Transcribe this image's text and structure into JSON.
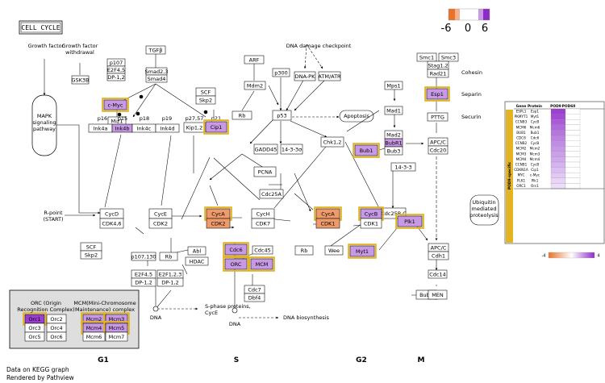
{
  "title": "CELL CYCLE",
  "footer": [
    "Data on KEGG graph",
    "Rendered by Pathview"
  ],
  "phases": [
    "G1",
    "S",
    "G2",
    "M"
  ],
  "legend": {
    "labels": [
      "-6",
      "0",
      "6"
    ],
    "colors": [
      "#e8722a",
      "#ffffff",
      "#8e2bc7"
    ]
  },
  "colors": {
    "up_strong": "#9a3fd0",
    "up_mid": "#c89ae6",
    "down": "#ef9a6a",
    "highlight": "#e3b324",
    "neutral": "#ffffff"
  },
  "nodes": [
    {
      "id": "gsk3b",
      "label": "GSK3B"
    },
    {
      "id": "p107a",
      "label": "p107"
    },
    {
      "id": "e2f45a",
      "label": "E2F4,5"
    },
    {
      "id": "dp12a",
      "label": "DP-1,2"
    },
    {
      "id": "tgfb",
      "label": "TGFβ"
    },
    {
      "id": "smad23",
      "label": "Smad2,3"
    },
    {
      "id": "smad4",
      "label": "Smad4"
    },
    {
      "id": "cmyc",
      "label": "c-Myc"
    },
    {
      "id": "miz1",
      "label": "Miz1"
    },
    {
      "id": "scf1",
      "label": "SCF"
    },
    {
      "id": "skp2a",
      "label": "Skp2"
    },
    {
      "id": "p16",
      "label": "p16"
    },
    {
      "id": "p15",
      "label": "p15"
    },
    {
      "id": "p18",
      "label": "p18"
    },
    {
      "id": "p19",
      "label": "p19"
    },
    {
      "id": "ink4a",
      "label": "Ink4a"
    },
    {
      "id": "ink4b",
      "label": "Ink4b"
    },
    {
      "id": "ink4c",
      "label": "Ink4c"
    },
    {
      "id": "ink4d",
      "label": "Ink4d"
    },
    {
      "id": "p27",
      "label": "p27,57"
    },
    {
      "id": "p21",
      "label": "p21"
    },
    {
      "id": "kip12",
      "label": "Kip1,2"
    },
    {
      "id": "cip1",
      "label": "Cip1"
    },
    {
      "id": "arf",
      "label": "ARF"
    },
    {
      "id": "mdm2",
      "label": "Mdm2"
    },
    {
      "id": "rb1",
      "label": "Rb"
    },
    {
      "id": "p300",
      "label": "p300"
    },
    {
      "id": "dnapk",
      "label": "DNA-PK"
    },
    {
      "id": "atmatr",
      "label": "ATM/ATR"
    },
    {
      "id": "p53",
      "label": "p53"
    },
    {
      "id": "gadd45",
      "label": "GADD45"
    },
    {
      "id": "s1433s",
      "label": "14-3-3σ"
    },
    {
      "id": "chk12",
      "label": "Chk1,2"
    },
    {
      "id": "pcna",
      "label": "PCNA"
    },
    {
      "id": "cdc25a",
      "label": "Cdc25A"
    },
    {
      "id": "mps1",
      "label": "Mps1"
    },
    {
      "id": "mad1",
      "label": "Mad1"
    },
    {
      "id": "mad2",
      "label": "Mad2"
    },
    {
      "id": "bubr1",
      "label": "BubR1"
    },
    {
      "id": "bub3",
      "label": "Bub3"
    },
    {
      "id": "bub1",
      "label": "Bub1"
    },
    {
      "id": "smc1",
      "label": "Smc1"
    },
    {
      "id": "smc3",
      "label": "Smc3"
    },
    {
      "id": "stag12",
      "label": "Stag1,2"
    },
    {
      "id": "rad21",
      "label": "Rad21"
    },
    {
      "id": "esp1",
      "label": "Esp1"
    },
    {
      "id": "pttg",
      "label": "PTTG"
    },
    {
      "id": "apcc1",
      "label": "APC/C"
    },
    {
      "id": "cdc20",
      "label": "Cdc20"
    },
    {
      "id": "s1433b",
      "label": "14-3-3"
    },
    {
      "id": "cdc25bc",
      "label": "Cdc25B,C"
    },
    {
      "id": "cycd",
      "label": "CycD"
    },
    {
      "id": "cdk46",
      "label": "CDK4,6"
    },
    {
      "id": "cyce",
      "label": "CycE"
    },
    {
      "id": "cdk2a",
      "label": "CDK2"
    },
    {
      "id": "cyca1",
      "label": "CycA"
    },
    {
      "id": "cdk2b",
      "label": "CDK2"
    },
    {
      "id": "cych",
      "label": "CycH"
    },
    {
      "id": "cdk7",
      "label": "CDK7"
    },
    {
      "id": "cyca2",
      "label": "CycA"
    },
    {
      "id": "cdk1a",
      "label": "CDK1"
    },
    {
      "id": "cycb",
      "label": "CycB"
    },
    {
      "id": "cdk1b",
      "label": "CDK1"
    },
    {
      "id": "plk1",
      "label": "Plk1"
    },
    {
      "id": "scf2",
      "label": "SCF"
    },
    {
      "id": "skp2b",
      "label": "Skp2"
    },
    {
      "id": "p107b",
      "label": "p107,130"
    },
    {
      "id": "e2f45b",
      "label": "E2F4,5"
    },
    {
      "id": "dp12b",
      "label": "DP-1,2"
    },
    {
      "id": "rb2",
      "label": "Rb"
    },
    {
      "id": "abl",
      "label": "Abl"
    },
    {
      "id": "hdac",
      "label": "HDAC"
    },
    {
      "id": "e2f13",
      "label": "E2F1,2,3"
    },
    {
      "id": "dp12c",
      "label": "DP-1,2"
    },
    {
      "id": "cdc6",
      "label": "Cdc6"
    },
    {
      "id": "cdc45",
      "label": "Cdc45"
    },
    {
      "id": "orc",
      "label": "ORC"
    },
    {
      "id": "mcm",
      "label": "MCM"
    },
    {
      "id": "cdc7",
      "label": "Cdc7"
    },
    {
      "id": "dbf4",
      "label": "Dbf4"
    },
    {
      "id": "rb3",
      "label": "Rb"
    },
    {
      "id": "wee",
      "label": "Wee"
    },
    {
      "id": "myt1",
      "label": "Myt1"
    },
    {
      "id": "apcc2",
      "label": "APC/C"
    },
    {
      "id": "cdh1",
      "label": "Cdh1"
    },
    {
      "id": "cdc14",
      "label": "Cdc14"
    },
    {
      "id": "bub2",
      "label": "Bub2"
    },
    {
      "id": "men",
      "label": "MEN"
    },
    {
      "id": "orc1",
      "label": "Orc1"
    },
    {
      "id": "orc2",
      "label": "Orc2"
    },
    {
      "id": "orc3",
      "label": "Orc3"
    },
    {
      "id": "orc4",
      "label": "Orc4"
    },
    {
      "id": "orc5",
      "label": "Orc5"
    },
    {
      "id": "orc6",
      "label": "Orc6"
    },
    {
      "id": "mcm2",
      "label": "Mcm2"
    },
    {
      "id": "mcm3",
      "label": "Mcm3"
    },
    {
      "id": "mcm4",
      "label": "Mcm4"
    },
    {
      "id": "mcm5",
      "label": "Mcm5"
    },
    {
      "id": "mcm6",
      "label": "Mcm6"
    },
    {
      "id": "mcm7",
      "label": "Mcm7"
    }
  ],
  "labels": [
    {
      "id": "growth_factor",
      "text": "Growth factor"
    },
    {
      "id": "gf_withdrawal1",
      "text": "Growth factor"
    },
    {
      "id": "gf_withdrawal2",
      "text": "withdrawal"
    },
    {
      "id": "dna_damage",
      "text": "DNA damage checkpoint"
    },
    {
      "id": "mapk1",
      "text": "MAPK"
    },
    {
      "id": "mapk2",
      "text": "signaling"
    },
    {
      "id": "mapk3",
      "text": "pathway"
    },
    {
      "id": "apoptosis",
      "text": "Apoptosis"
    },
    {
      "id": "cohesin",
      "text": "Cohesin"
    },
    {
      "id": "separin",
      "text": "Separin"
    },
    {
      "id": "securin",
      "text": "Securin"
    },
    {
      "id": "ubi1",
      "text": "Ubiquitin"
    },
    {
      "id": "ubi2",
      "text": "mediated"
    },
    {
      "id": "ubi3",
      "text": "proteolysis"
    },
    {
      "id": "rpoint1",
      "text": "R-point"
    },
    {
      "id": "rpoint2",
      "text": "(START)"
    },
    {
      "id": "sphase1",
      "text": "S-phase proteins,"
    },
    {
      "id": "sphase2",
      "text": "CycE"
    },
    {
      "id": "dna1",
      "text": "DNA"
    },
    {
      "id": "dna2",
      "text": "DNA"
    },
    {
      "id": "dnabio",
      "text": "DNA biosynthesis"
    },
    {
      "id": "orc_cx1",
      "text": "ORC (Origin"
    },
    {
      "id": "orc_cx2",
      "text": "Recognition Complex)"
    },
    {
      "id": "mcm_cx1",
      "text": "MCM(Mini-Chromosome"
    },
    {
      "id": "mcm_cx2",
      "text": "Maintenance) complex"
    }
  ],
  "side_table": {
    "headers": [
      "Gene",
      "Protein",
      "POD9",
      "POD60"
    ],
    "group_label": "POD9-specific",
    "rows": [
      {
        "gene": "ESPL1",
        "protein": "Esp1",
        "pod9": "#9a3fd0"
      },
      {
        "gene": "PKMYT1",
        "protein": "Myt1",
        "pod9": "#a24ad3"
      },
      {
        "gene": "CCNB3",
        "protein": "CycB",
        "pod9": "#a95bd8"
      },
      {
        "gene": "MCM6",
        "protein": "Mcm6",
        "pod9": "#b06adc"
      },
      {
        "gene": "BUB1",
        "protein": "Bub1",
        "pod9": "#b676df"
      },
      {
        "gene": "CDC6",
        "protein": "Cdc6",
        "pod9": "#bc82e2"
      },
      {
        "gene": "CCNB2",
        "protein": "CycB",
        "pod9": "#c18ce4"
      },
      {
        "gene": "MCM2",
        "protein": "Mcm2",
        "pod9": "#c797e7"
      },
      {
        "gene": "MCM3",
        "protein": "Mcm3",
        "pod9": "#cba0e9"
      },
      {
        "gene": "MCM4",
        "protein": "Mcm4",
        "pod9": "#d0a9ec"
      },
      {
        "gene": "CCNB1",
        "protein": "CycB",
        "pod9": "#d5b3ef"
      },
      {
        "gene": "CDKN1A",
        "protein": "Cip1",
        "pod9": "#dbbef1"
      },
      {
        "gene": "MYC",
        "protein": "c-Myc",
        "pod9": "#e1c9f4"
      },
      {
        "gene": "PLK1",
        "protein": "Plk1",
        "pod9": "#e7d4f6"
      },
      {
        "gene": "ORC1",
        "protein": "Orc1",
        "pod9": "#ecdef9"
      }
    ],
    "scale_min": "-4",
    "scale_max": "4"
  }
}
